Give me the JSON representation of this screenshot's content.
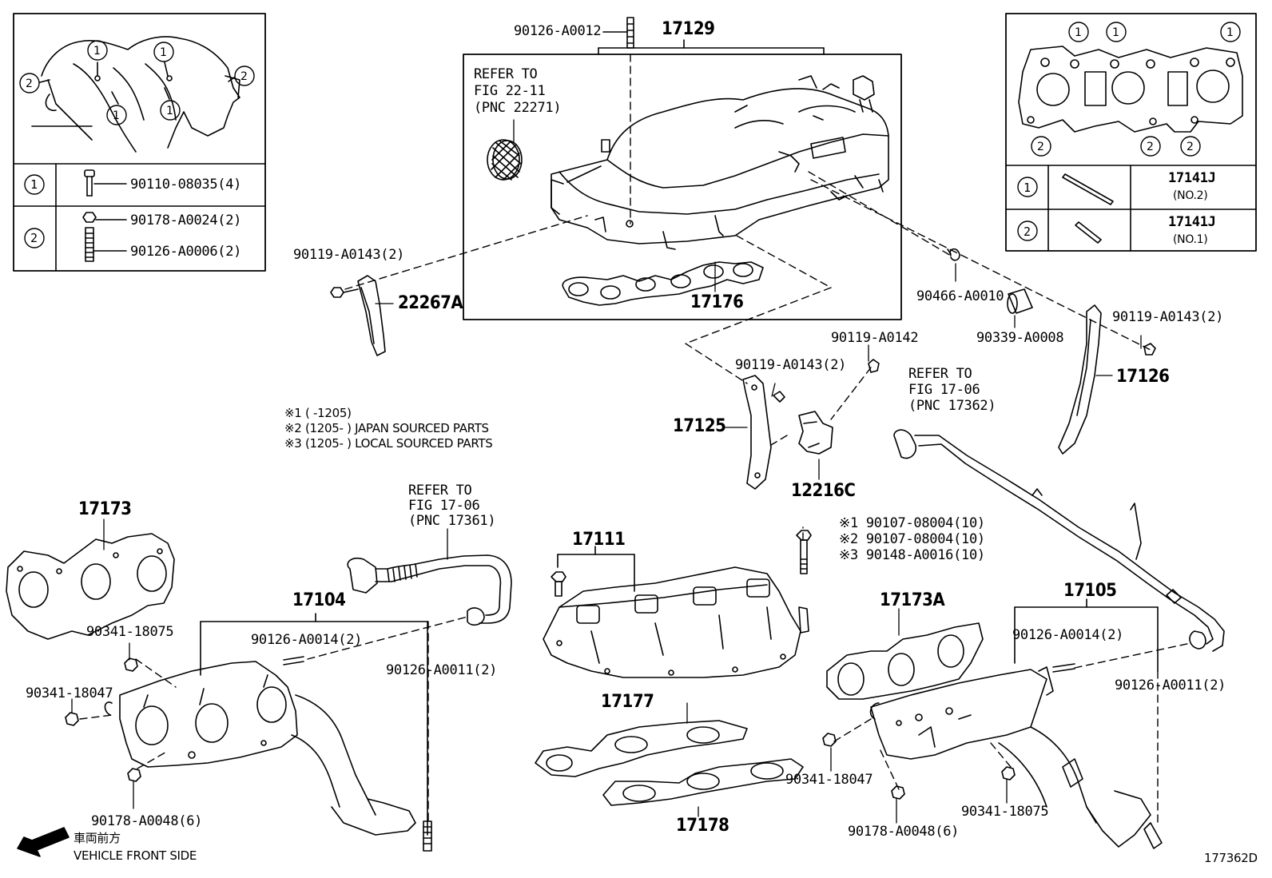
{
  "colors": {
    "line": "#000000",
    "background": "#ffffff"
  },
  "labels": {
    "p17129": "17129",
    "p90126_0012": "90126-A0012",
    "refer1": [
      "REFER TO",
      "FIG 22-11",
      "(PNC 22271)"
    ],
    "p17176": "17176",
    "p90119_l": "90119-A0143(2)",
    "p22267a": "22267A",
    "p90466": "90466-A0010",
    "p90339": "90339-A0008",
    "p90119_r": "90119-A0143(2)",
    "p17126": "17126",
    "p90119_0142": "90119-A0142",
    "p90119_c": "90119-A0143(2)",
    "p17125": "17125",
    "p12216c": "12216C",
    "refer2": [
      "REFER TO",
      "FIG 17-06",
      "(PNC 17362)"
    ],
    "notes": [
      "※1 (        -1205)",
      "※2 (1205-        ) JAPAN SOURCED PARTS",
      "※3 (1205-        ) LOCAL SOURCED PARTS"
    ],
    "p17173": "17173",
    "refer3": [
      "REFER TO",
      "FIG 17-06",
      "(PNC 17361)"
    ],
    "p17104": "17104",
    "p90341_18075_l": "90341-18075",
    "p90126_0014_l": "90126-A0014(2)",
    "p90126_0011_l": "90126-A0011(2)",
    "p90341_18047_l": "90341-18047",
    "p90178_0048_l": "90178-A0048(6)",
    "p17111": "17111",
    "bolts": [
      "※1 90107-08004(10)",
      "※2 90107-08004(10)",
      "※3 90148-A0016(10)"
    ],
    "p17177": "17177",
    "p17178": "17178",
    "p17173a": "17173A",
    "p17105": "17105",
    "p90126_0014_r": "90126-A0014(2)",
    "p90126_0011_r": "90126-A0011(2)",
    "p90341_18047_r": "90341-18047",
    "p90341_18075_r": "90341-18075",
    "p90178_0048_r": "90178-A0048(6)",
    "front_jp": "車両前方",
    "front_en": "VEHICLE FRONT SIDE",
    "fig_id": "177362D"
  },
  "inset_left": {
    "rows": [
      {
        "key": "1",
        "parts": [
          "90110-08035(4)"
        ]
      },
      {
        "key": "2",
        "parts": [
          "90178-A0024(2)",
          "90126-A0006(2)"
        ]
      }
    ]
  },
  "inset_right": {
    "rows": [
      {
        "key": "1",
        "part": "17141J",
        "sub": "(NO.2)"
      },
      {
        "key": "2",
        "part": "17141J",
        "sub": "(NO.1)"
      }
    ]
  }
}
